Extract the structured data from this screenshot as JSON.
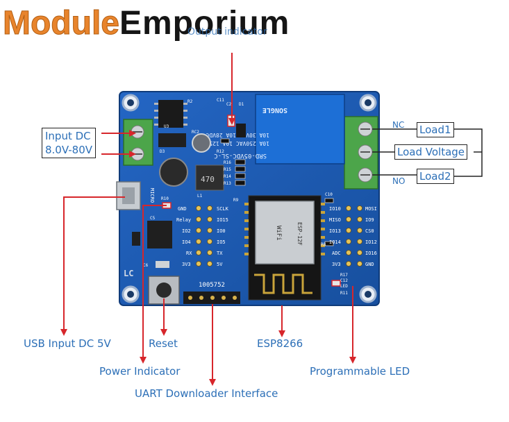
{
  "brand": {
    "part1": "Module",
    "part2": "Emporium"
  },
  "watermark": "Output indicator",
  "input_dc": {
    "line1": "Input DC",
    "line2": "8.0V-80V"
  },
  "relay": {
    "nc": "NC",
    "no": "NO",
    "load1": "Load1",
    "load_voltage": "Load Voltage",
    "load2": "Load2"
  },
  "callouts": {
    "usb": "USB Input DC 5V",
    "reset": "Reset",
    "esp": "ESP8266",
    "power": "Power Indicator",
    "uart": "UART Downloader Interface",
    "led": "Programmable LED"
  },
  "board": {
    "relay_text": "SRD-05VDC-SL-C",
    "relay_specs": [
      "10A 250VAC  10A 125VAC",
      "10A 30VDC  10A 28VDC"
    ],
    "relay_brand": "SONGLE",
    "cap_text": "470",
    "micro_label": "MICRO",
    "serial": "1005752",
    "lc_logo": "LC",
    "pins_left_labels": [
      "GND",
      "Relay",
      "IO2",
      "IO4",
      "RX",
      "3V3"
    ],
    "pins_mid_labels": [
      "SCLK",
      "IO15",
      "IO0",
      "IO5",
      "TX",
      "5V"
    ],
    "pins_r1_labels": [
      "IO10",
      "MISO",
      "IO13",
      "IO14",
      "ADC",
      "3V3"
    ],
    "pins_r2_labels": [
      "MOSI",
      "IO9",
      "CS0",
      "IO12",
      "IO16",
      "GND"
    ],
    "esp_text": [
      "ESP-12F",
      "WiFi"
    ],
    "components": [
      "R2",
      "C11",
      "C2",
      "D1",
      "U3",
      "D3",
      "RC2",
      "R12",
      "R16",
      "R15",
      "R14",
      "R13",
      "L1",
      "R10",
      "C5",
      "R9",
      "C6",
      "R8",
      "C10",
      "R17",
      "C12",
      "R11",
      "LED"
    ]
  },
  "colors": {
    "accent": "#2c6fb7",
    "line": "#d7262b",
    "board": "#1e5bb4",
    "brand": "#e8842c"
  }
}
